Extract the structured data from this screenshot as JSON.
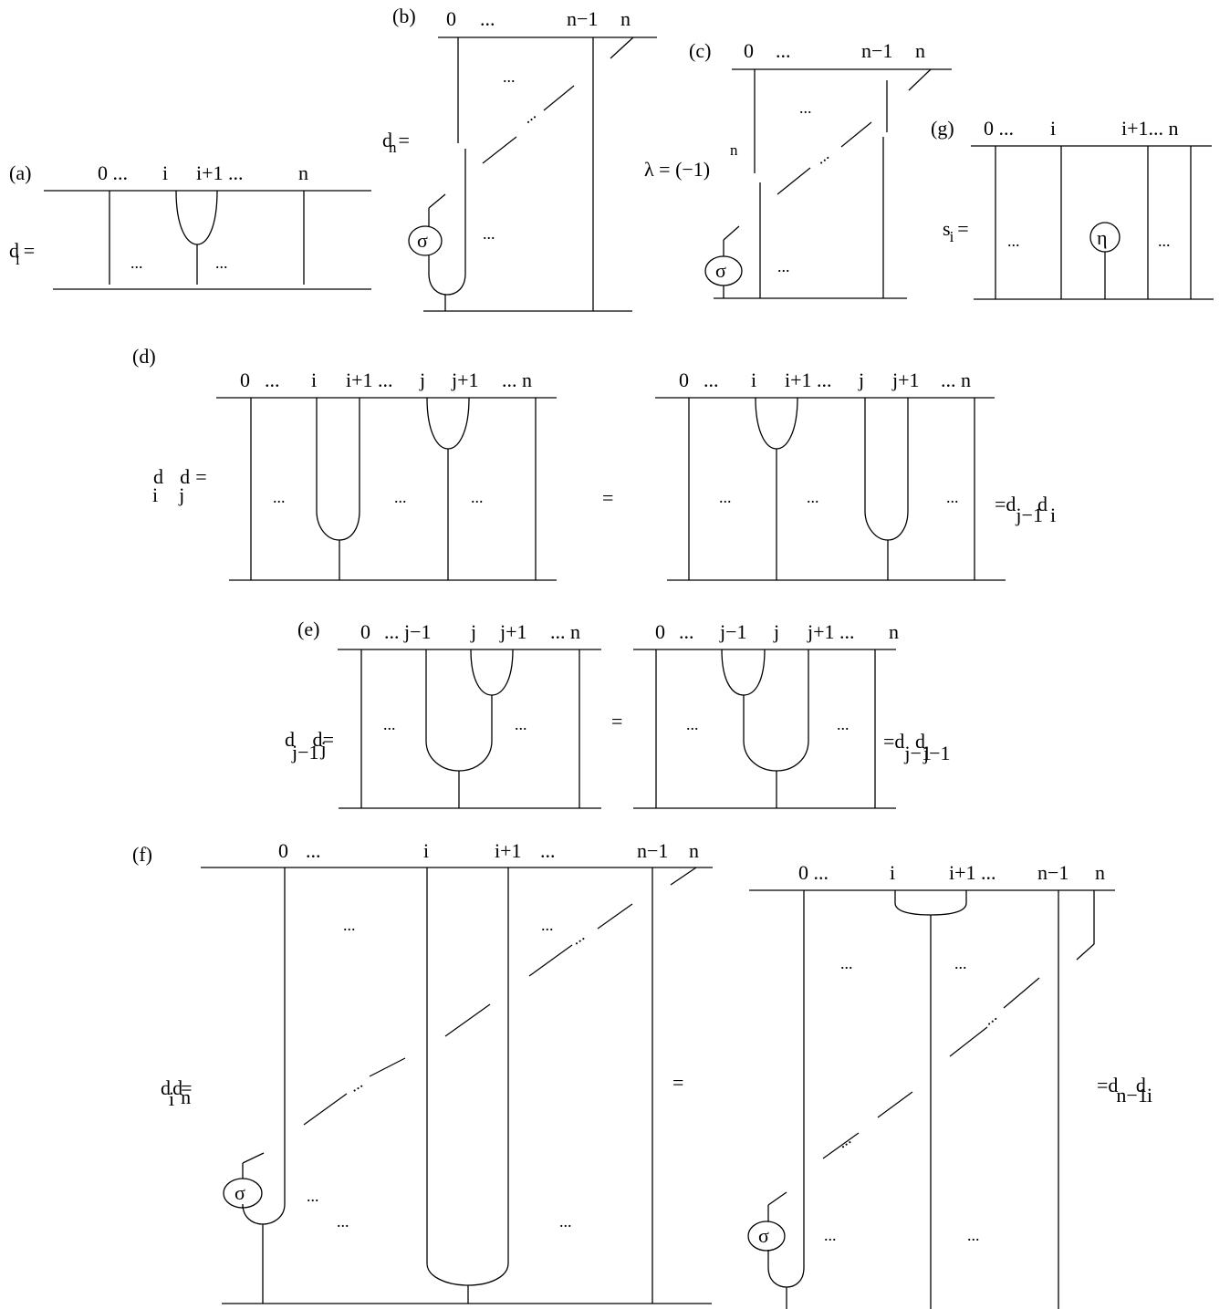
{
  "panels": {
    "a": {
      "tag": "(a)",
      "labels": [
        "0 ...",
        "i",
        "i+1 ...",
        "n"
      ],
      "lhs": "d",
      "lhs_sub": "i",
      "eq": "=",
      "dots": "..."
    },
    "b": {
      "tag": "(b)",
      "labels": [
        "0",
        "...",
        "n−1",
        "n"
      ],
      "lhs": "d",
      "lhs_sub": "n",
      "eq": "=",
      "sigma": "σ",
      "dots": "..."
    },
    "c": {
      "tag": "(c)",
      "labels": [
        "0",
        "...",
        "n−1",
        "n"
      ],
      "lhs": "λ = (−1)",
      "lhs_sup": "n",
      "sigma": "σ",
      "dots": "..."
    },
    "g": {
      "tag": "(g)",
      "labels": [
        "0 ...",
        "i",
        "i+1... n"
      ],
      "lhs": "s",
      "lhs_sub": "i",
      "eq": "=",
      "eta": "η",
      "dots": "..."
    },
    "d": {
      "tag": "(d)",
      "labels": [
        "0",
        "...",
        "i",
        "i+1 ...",
        "j",
        "j+1",
        "... n"
      ],
      "lhs": [
        "d",
        "i",
        "d",
        "j",
        "="
      ],
      "mid_eq": "=",
      "rhs": [
        "=d",
        "j−1",
        "d",
        "i"
      ],
      "dots": "..."
    },
    "e": {
      "tag": "(e)",
      "labels": [
        "0",
        "... j−1",
        "j",
        "j+1",
        "... n"
      ],
      "labels_right": [
        "0",
        "...",
        "j−1",
        "j",
        "j+1 ...",
        "n"
      ],
      "lhs": [
        "d",
        "j−1",
        "d",
        "j",
        "="
      ],
      "mid_eq": "=",
      "rhs": [
        "=d",
        "j−1",
        "d",
        "j−1"
      ],
      "dots": "..."
    },
    "f": {
      "tag": "(f)",
      "labels": [
        "0",
        "...",
        "i",
        "i+1",
        "...",
        "n−1",
        "n"
      ],
      "labels_right": [
        "0 ...",
        "i",
        "i+1 ...",
        "n−1",
        "n"
      ],
      "lhs": [
        "d",
        "i",
        "d",
        "n",
        "="
      ],
      "mid_eq": "=",
      "rhs": [
        "=d",
        "n−1",
        "d",
        "i"
      ],
      "sigma": "σ",
      "dots": "..."
    }
  }
}
